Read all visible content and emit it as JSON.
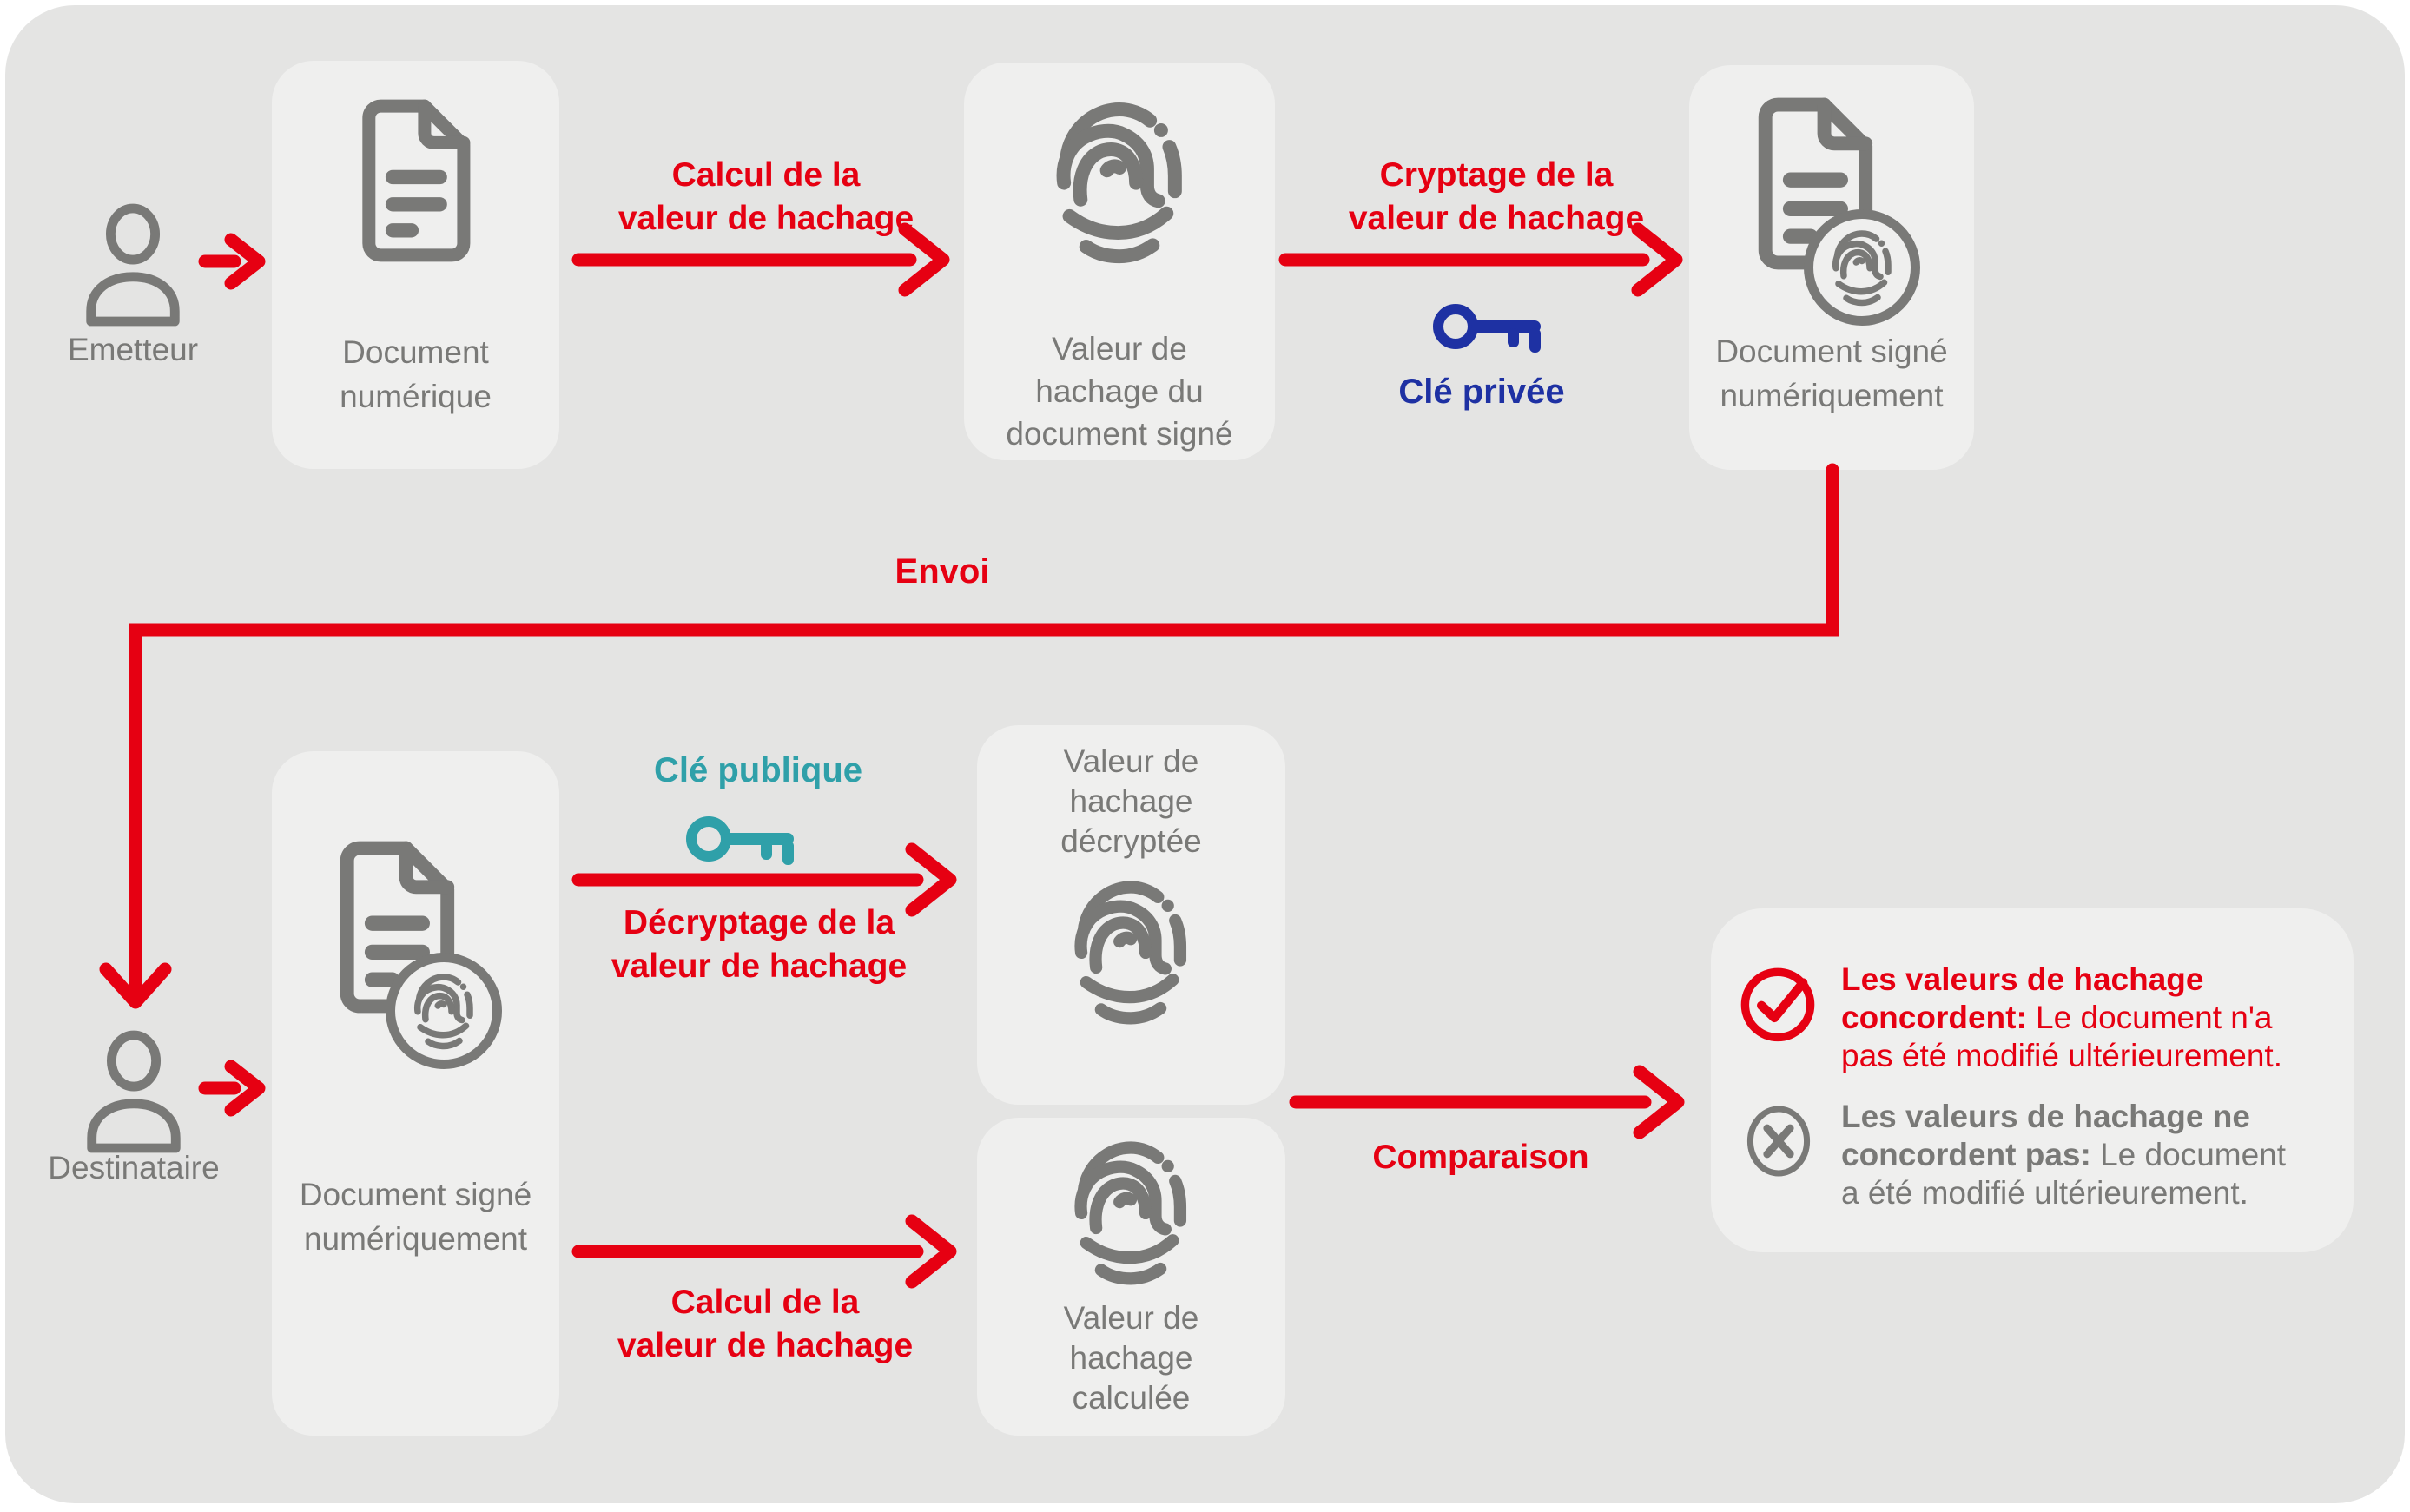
{
  "colors": {
    "red": "#E60012",
    "blue": "#1E31A3",
    "teal": "#2FA0A9",
    "gray": "#797977",
    "background": "#E4E4E3",
    "card_background": "#EFEFEE"
  },
  "actors": {
    "sender": "Emetteur",
    "recipient": "Destinataire"
  },
  "cards": {
    "document_numerique": {
      "lines": [
        "Document",
        "numérique"
      ]
    },
    "valeur_hachage_document_signe": {
      "lines": [
        "Valeur de",
        "hachage du",
        "document signé"
      ]
    },
    "document_signe_top": {
      "lines": [
        "Document signé",
        "numériquement"
      ]
    },
    "document_signe_bottom": {
      "lines": [
        "Document signé",
        "numériquement"
      ]
    },
    "valeur_hachage_decryptee": {
      "lines": [
        "Valeur de",
        "hachage",
        "décryptée"
      ]
    },
    "valeur_hachage_calculee": {
      "lines": [
        "Valeur de",
        "hachage",
        "calculée"
      ]
    }
  },
  "arrows": {
    "calcul_top": {
      "lines": [
        "Calcul de la",
        "valeur de hachage"
      ]
    },
    "cryptage": {
      "lines": [
        "Cryptage de la",
        "valeur de hachage"
      ]
    },
    "envoi": "Envoi",
    "decryptage": {
      "lines": [
        "Décryptage de la",
        "valeur de hachage"
      ]
    },
    "calcul_bottom": {
      "lines": [
        "Calcul de la",
        "valeur de hachage"
      ]
    },
    "comparaison": "Comparaison"
  },
  "keys": {
    "private": "Clé privée",
    "public": "Clé publique"
  },
  "results": {
    "match": {
      "line1_bold": "Les valeurs de hachage",
      "line2_bold": "concordent:",
      "line2_rest": " Le document n'a",
      "line3": "pas été modifié ultérieurement."
    },
    "mismatch": {
      "line1_bold": "Les valeurs de hachage ne",
      "line2_bold": "concordent pas:",
      "line2_rest": " Le document",
      "line3": "a été modifié ultérieurement."
    }
  }
}
